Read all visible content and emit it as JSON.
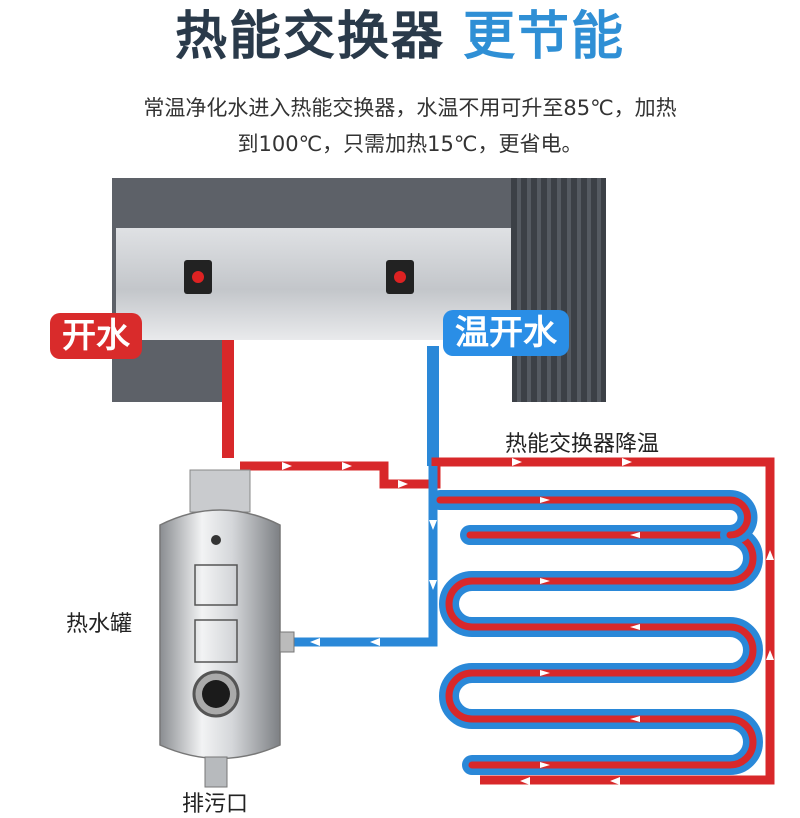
{
  "title": {
    "part1": "热能交换器",
    "part2": "更节能"
  },
  "subtitle": {
    "line1": "常温净化水进入热能交换器，水温不用可升至85℃，加热",
    "line2": "到100℃，只需加热15℃，更省电。"
  },
  "tags": {
    "boiling": "开水",
    "warm": "温开水"
  },
  "labels": {
    "exchanger": "热能交换器降温",
    "tank": "热水罐",
    "drain": "排污口"
  },
  "colors": {
    "hot": "#d8282a",
    "cold": "#2a88d8",
    "accent": "#2f8fd5"
  }
}
